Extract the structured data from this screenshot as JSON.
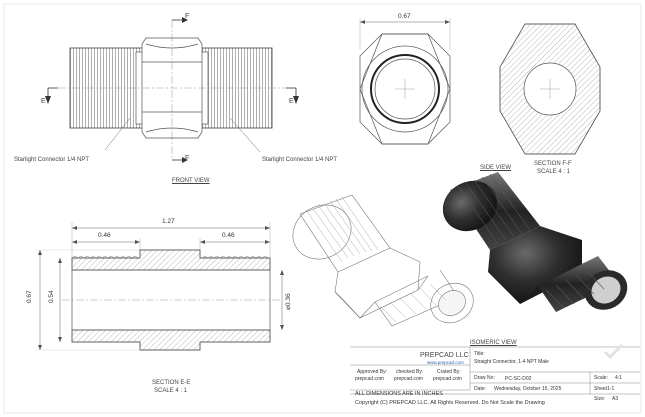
{
  "views": {
    "front_view": "FRONT VIEW",
    "side_view": "SIDE VIEW",
    "section_ff": "SECTION F-F",
    "section_ff_scale": "SCALE 4 : 1",
    "section_ee": "SECTION E-E",
    "section_ee_scale": "SCALE 4 : 1",
    "isometric_view": "ISOMERIC VIEW"
  },
  "callouts": {
    "left": "Starlight Connector 1/4 NPT",
    "right": "Starlight Connector 1/4 NPT"
  },
  "section_marks": {
    "f_top": "F",
    "f_bottom": "F",
    "e_left": "E",
    "e_right": "E"
  },
  "dimensions": {
    "across_flats": "0.67",
    "overall_length": "1.27",
    "thread_left": "0.46",
    "thread_right": "0.46",
    "hex_height": "0.67",
    "thread_dia": "0.54",
    "bore_dia": "⌀0.36"
  },
  "title_block": {
    "company": "PREPCAD LLC",
    "website": "www.prepcad.com",
    "approved_by_label": "Approved By:",
    "approved_by": "prepcad.com",
    "checked_by_label": "checked By:",
    "checked_by": "prepcad.com",
    "created_by_label": "Crated By:",
    "created_by": "prepcad.com",
    "title_label": "Title:",
    "title": "Straight Connector, 1-4 NPT Male",
    "draw_no_label": "Draw No:",
    "draw_no": "PC-SC-D02",
    "date_label": "Date:",
    "date": "Wednesday, October 15, 2025",
    "scale_label": "Scale:",
    "scale": "4:1",
    "sheet": "Sheet1-1",
    "size_label": "Size:",
    "size": "A3",
    "units_note": "ALL DIMENSIONS ARE IN INCHES",
    "copyright": "Copyright (C)  PREPCAD LLC. All Rights Reserved. Do Not Scale the Drawing"
  },
  "colors": {
    "line": "#555555",
    "hatch": "#9a9a9a",
    "solid_body": "#2b2b2b",
    "thread_highlight": "#cfcfcf"
  }
}
